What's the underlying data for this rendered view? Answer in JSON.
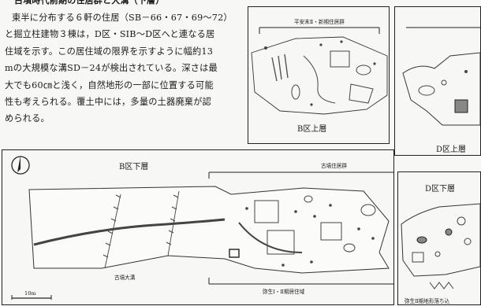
{
  "heading": "古墳時代前期の住居群と大溝（下層）",
  "body_lines": [
    "東半に分布する６軒の住居（SB－66・67・69～72）",
    "と掘立柱建物３棟は，D区・SIB～D区へと連なる居",
    "住域を示す。この居住域の限界を示すように幅約13",
    "mの大規模な溝SD－24が検出されている。深さは最",
    "大でも60㎝と浅く，自然地形の一部に位置する可能",
    "性も考えられる。覆土中には，多量の土器廃棄が認",
    "められる。"
  ],
  "figures": {
    "b_upper": {
      "caption": "B区上層",
      "label_heian": "平安末Ⅱ・新期住居群"
    },
    "d_upper": {
      "caption": "D区上層"
    },
    "lower_plan": {
      "b_lower": "B区下層",
      "kofun_group": "古墳住居群",
      "kofun_ditch": "古墳大溝",
      "yayoi_area": "弥生Ⅰ・Ⅱ期居住域",
      "scale": "10m"
    },
    "d_lower": {
      "caption": "D区下層",
      "yayoi_depression": "弥生Ⅱ期地形落ち込"
    }
  }
}
